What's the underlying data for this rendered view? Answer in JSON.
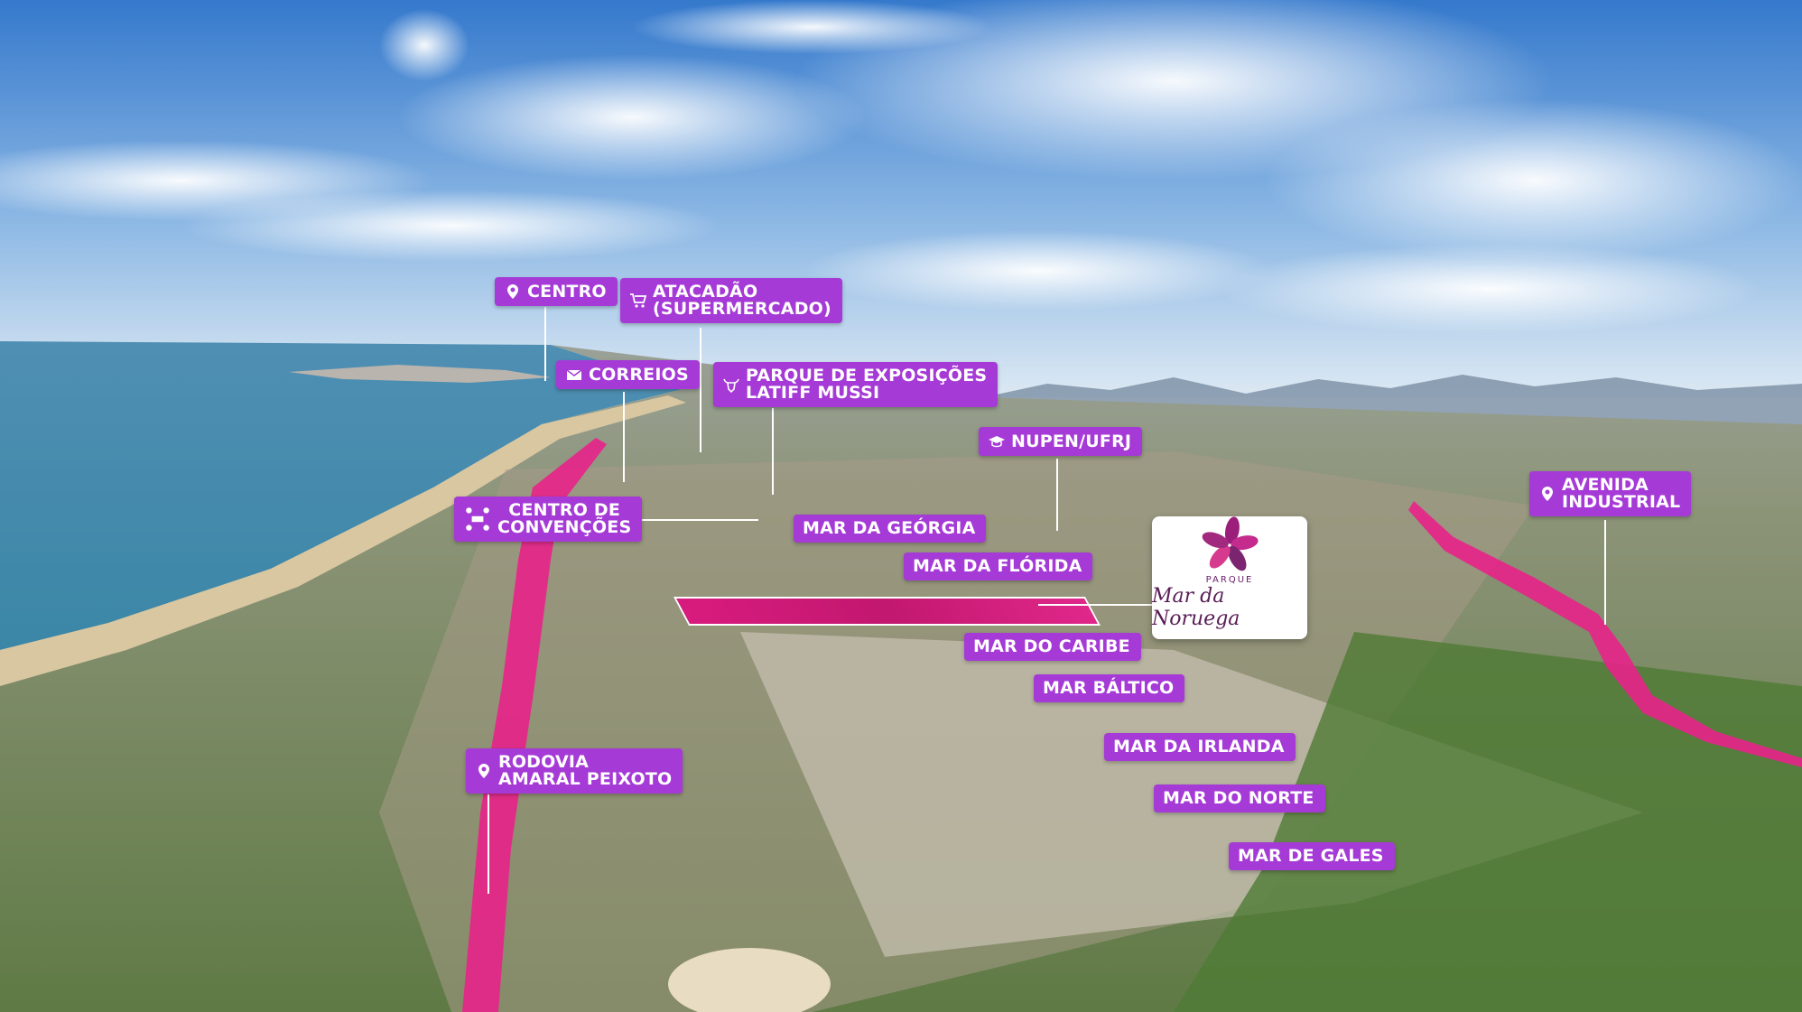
{
  "image": {
    "description_colors": {
      "sky_top": "#3f84d6",
      "sky_horizon": "#cfe3f4",
      "sea": "#3d8ab0",
      "land": "#7a8f5a",
      "road_highlight": "#e8228a",
      "tag_fill": "#a53ad6"
    }
  },
  "labels": {
    "centro": "CENTRO",
    "atacadao_1": "ATACADÃO",
    "atacadao_2": "(SUPERMERCADO)",
    "correios": "CORREIOS",
    "parque_1": "PARQUE DE EXPOSIÇÕES",
    "parque_2": "LATIFF MUSSI",
    "nupen": "NUPEN/UFRJ",
    "centro_conv_1": "CENTRO DE",
    "centro_conv_2": "CONVENÇÕES",
    "mar_georgia": "MAR DA GEÓRGIA",
    "mar_florida": "MAR DA FLÓRIDA",
    "mar_caribe": "MAR DO CARIBE",
    "mar_baltico": "MAR BÁLTICO",
    "mar_irlanda": "MAR DA IRLANDA",
    "mar_norte": "MAR DO NORTE",
    "mar_gales": "MAR DE GALES",
    "avenida_1": "AVENIDA",
    "avenida_2": "INDUSTRIAL",
    "rodovia_1": "RODOVIA",
    "rodovia_2": "AMARAL PEIXOTO"
  },
  "logo": {
    "small": "PARQUE",
    "script": "Mar da Noruega"
  },
  "icons": {
    "pin": "map-pin-icon",
    "cart": "shopping-cart-icon",
    "mail": "envelope-icon",
    "bull": "bull-head-icon",
    "cap": "graduation-cap-icon",
    "people": "people-meeting-icon"
  }
}
